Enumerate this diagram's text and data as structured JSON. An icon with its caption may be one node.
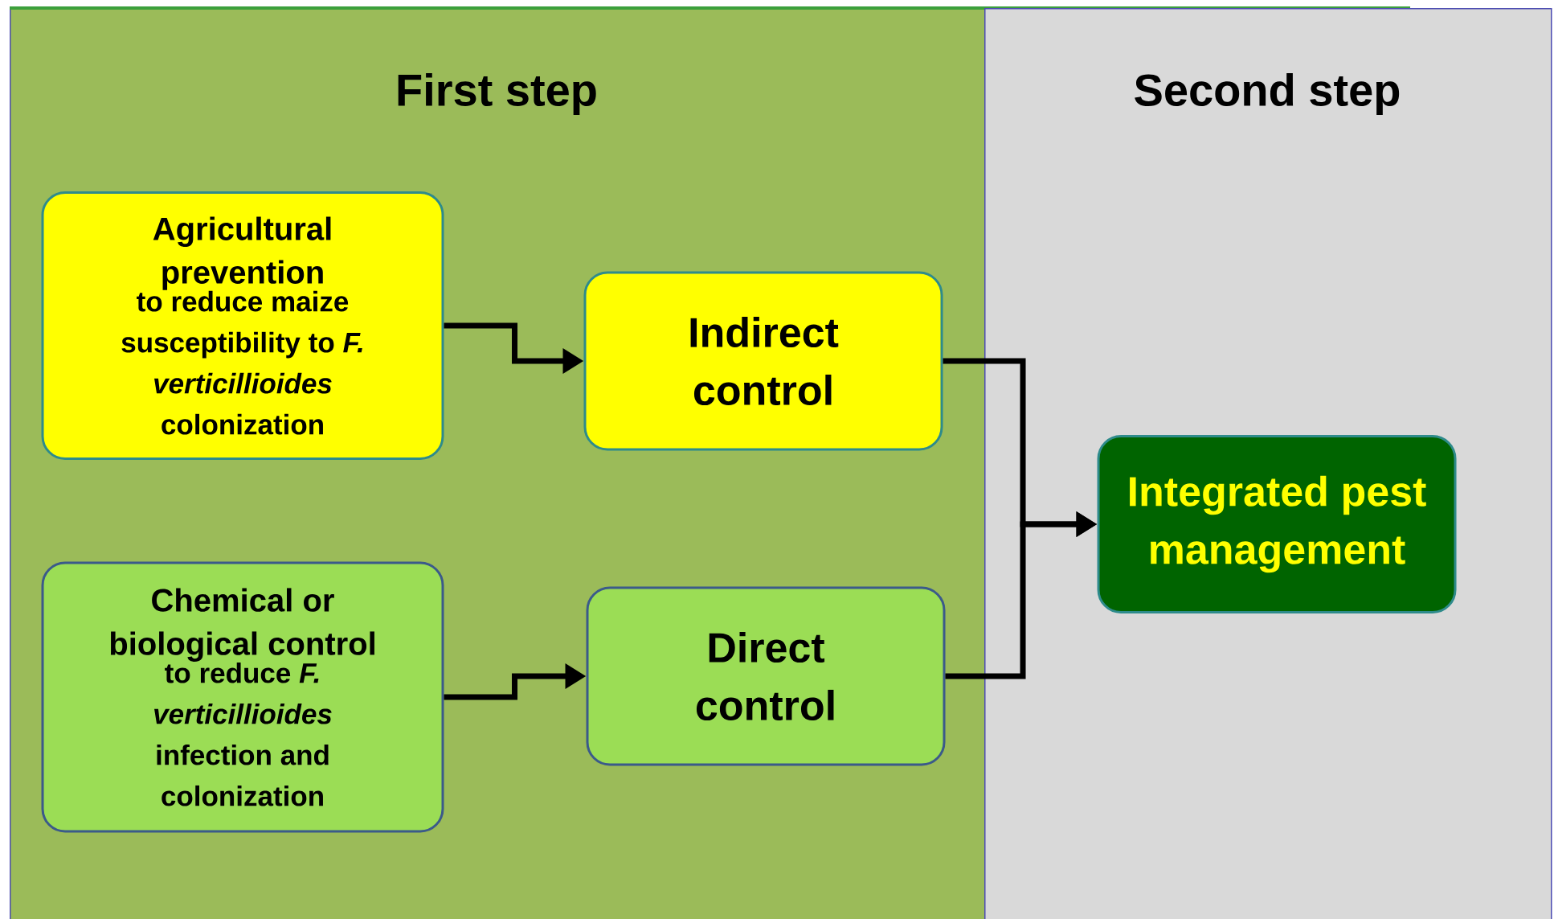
{
  "diagram": {
    "nodes": [
      {
        "text": [
          "First step"
        ]
      },
      {
        "text": [
          "Second step"
        ]
      },
      {
        "text": [
          "Agricultural prevention",
          "to reduce maize susceptibility to *F. verticillioides* colonization"
        ],
        "in": 0
      },
      {
        "text": [
          "Indirect control"
        ],
        "in": 0
      },
      {
        "text": [
          "Chemical or biological control",
          "to reduce *F. verticillioides* infection and colonization"
        ],
        "in": 0
      },
      {
        "text": [
          "Direct control"
        ],
        "in": 0
      },
      {
        "text": [
          "Integrated pest management"
        ],
        "in": 1
      }
    ],
    "edges": [
      {
        "from": 2,
        "to": 3,
        "arrow": "to"
      },
      {
        "from": 4,
        "to": 5,
        "arrow": "to"
      },
      {
        "from": 3,
        "to": 6,
        "arrow": "to"
      },
      {
        "from": 5,
        "to": 6,
        "arrow": "to"
      }
    ]
  }
}
